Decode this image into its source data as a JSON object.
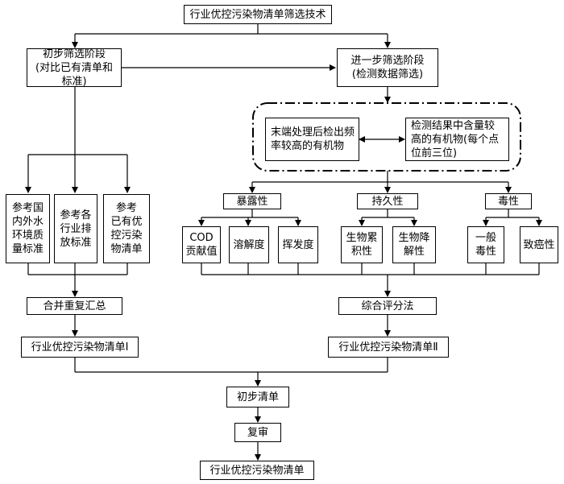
{
  "title": "行业优控污染物清单筛选技术",
  "prelim_stage": "初步筛选阶段\n(对比已有清单和\n标准)",
  "further_stage": "进一步筛选阶段\n(检测数据筛选)",
  "detect_frequent": "末端处理后检出频\n率较高的有机物",
  "detect_content": "检测结果中含量较\n高的有机物(每个点\n位前三位)",
  "ref_env_std": "参考国\n内外水\n环境质\n量标准",
  "ref_industry_std": "参考各\n行业排\n放标准",
  "ref_existing_list": "参考\n已有优\n控污染\n物清单",
  "exposure": "暴露性",
  "persistence": "持久性",
  "toxicity": "毒性",
  "cod": "COD\n贡献值",
  "solubility": "溶解度",
  "volatility": "挥发度",
  "bioaccumulation": "生物累\n积性",
  "biodegradation": "生物降\n解性",
  "general_toxicity": "一般\n毒性",
  "carcinogenicity": "致癌性",
  "merge": "合并重复汇总",
  "comprehensive_score": "综合评分法",
  "list_1": "行业优控污染物清单Ⅰ",
  "list_2": "行业优控污染物清单Ⅱ",
  "prelim_list": "初步清单",
  "review": "复审",
  "final_list": "行业优控污染物清单"
}
